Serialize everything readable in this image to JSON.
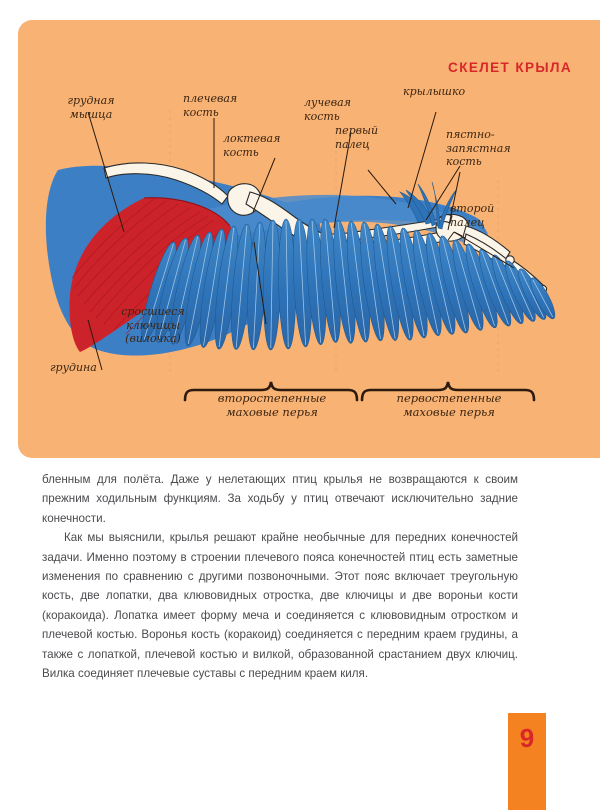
{
  "figure": {
    "title": "СКЕЛЕТ КРЫЛА",
    "panel_color": "#f8b273",
    "title_color": "#d8262a",
    "body_color": "#3d7fc4",
    "muscle_color": "#cc2229",
    "bone_color": "#fbf4e8",
    "feather_color": "#2e73b8",
    "labels": {
      "pectoral_muscle": "грудная\nмышца",
      "humerus": "плечевая\nкость",
      "ulna": "локтевая\nкость",
      "radius": "лучевая\nкость",
      "first_digit": "первый\nпалец",
      "alula": "крылышко",
      "carpometacarpus": "пястно-\nзапястная\nкость",
      "second_digit": "второй\nпалец",
      "furcula": "сросшиеся\nключицы\n(вилочка)",
      "sternum": "грудина",
      "secondaries": "второстепенные\nмаховые перья",
      "primaries": "первостепенные\nмаховые перья"
    }
  },
  "article": {
    "paragraphs": [
      "бленным для полёта. Даже у нелетающих птиц крылья не возвращаются к своим прежним ходильным функциям. За ходьбу у птиц отвечают исключительно задние конечности.",
      "Как мы выяснили, крылья решают крайне необычные для передних конечностей задачи. Именно поэтому в строении плечевого пояса конечностей птиц есть заметные изменения по сравнению с другими позвоночными. Этот пояс включает треугольную кость, две лопатки, два клювовидных отростка, две ключицы и две вороньи кости (коракоида). Лопатка имеет форму меча и соединяется с клювовидным отростком и плечевой костью. Воронья кость (коракоид) соединяется с передним краем грудины, а также с лопаткой, плечевой костью и вилкой, образованной срастанием двух ключиц. Вилка соединяет плечевые суставы с передним краем киля."
    ]
  },
  "page": {
    "number": "9",
    "tab_color": "#f58220",
    "number_color": "#d8262a"
  }
}
